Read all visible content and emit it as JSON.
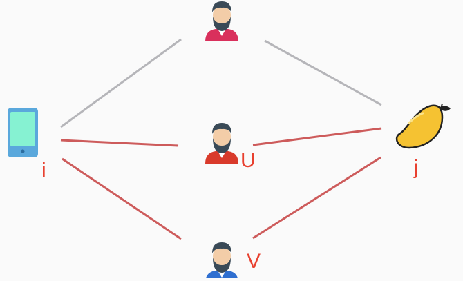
{
  "nodes": {
    "item": {
      "label": "i",
      "icon": "smartphone-icon"
    },
    "user_top": {
      "label": "",
      "icon": "bearded-user-icon",
      "shirt_color": "#d9305c"
    },
    "user_u": {
      "label": "U",
      "icon": "bearded-user-icon",
      "shirt_color": "#d93a2b"
    },
    "user_v": {
      "label": "V",
      "icon": "bearded-user-icon",
      "shirt_color": "#2f6fd0"
    },
    "target": {
      "label": "j",
      "icon": "mango-icon"
    }
  },
  "colors": {
    "label": "#e8402f",
    "edge_gray": "#b5b5b9",
    "edge_red": "#cd5b5b",
    "phone_screen": "#86f2d2",
    "phone_body": "#5aa8dc",
    "mango": "#f5c232"
  }
}
